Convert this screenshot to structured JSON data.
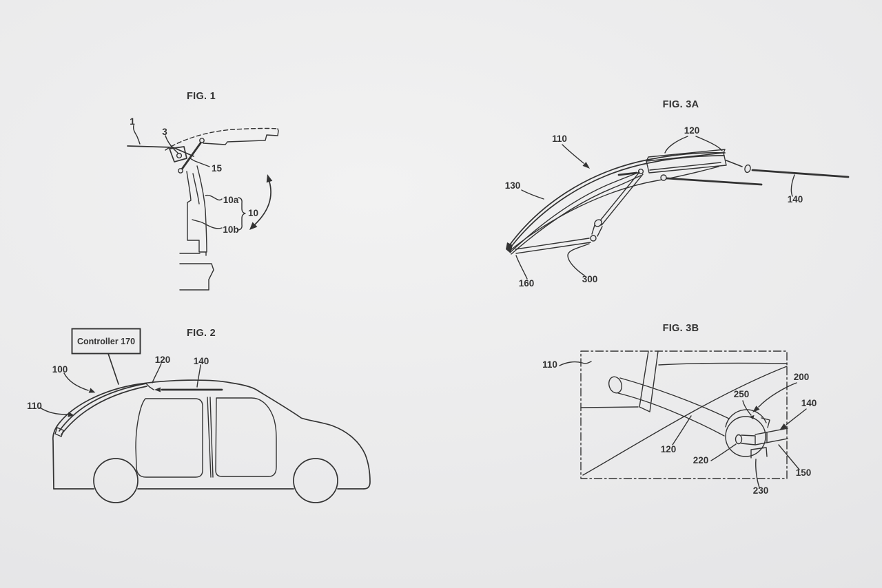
{
  "colors": {
    "ink": "#333333",
    "background_light": "#f2f2f2",
    "background_dark": "#e2e2e4"
  },
  "figures": {
    "fig1": {
      "title": "FIG. 1",
      "labels": {
        "n1": "1",
        "n3": "3",
        "n15": "15",
        "n10a": "10a",
        "n10": "10",
        "n10b": "10b"
      }
    },
    "fig2": {
      "title": "FIG. 2",
      "controller_label": "Controller 170",
      "labels": {
        "n100": "100",
        "n110": "110",
        "n120": "120",
        "n140": "140"
      }
    },
    "fig3a": {
      "title": "FIG. 3A",
      "labels": {
        "n110": "110",
        "n120": "120",
        "n130": "130",
        "n140": "140",
        "n160": "160",
        "n300": "300"
      }
    },
    "fig3b": {
      "title": "FIG. 3B",
      "labels": {
        "n110": "110",
        "n120": "120",
        "n140": "140",
        "n150": "150",
        "n200": "200",
        "n220": "220",
        "n230": "230",
        "n250": "250"
      }
    }
  }
}
